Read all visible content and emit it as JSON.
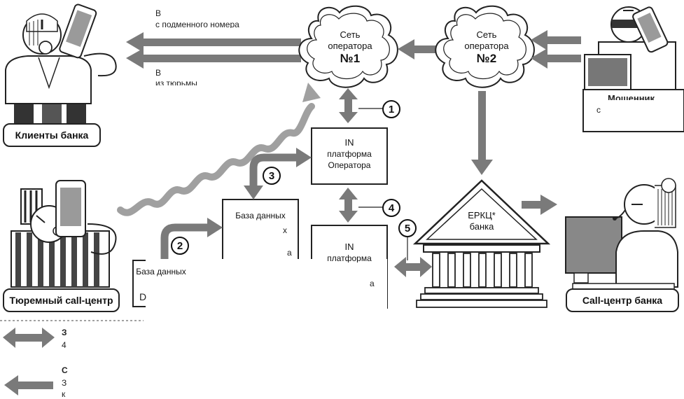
{
  "cloud1": {
    "line1": "Сеть",
    "line2": "оператора",
    "num": "№1"
  },
  "cloud2": {
    "line1": "Сеть",
    "line2": "оператора",
    "num": "№2"
  },
  "in_top": {
    "title": "IN",
    "line2": "платформа",
    "line3": "Оператора"
  },
  "in_bottom": {
    "title": "IN",
    "line2": "платформа",
    "line3": "а"
  },
  "db_a": {
    "line1": "База данных",
    "line2": "х",
    "line3": "а"
  },
  "db_b": {
    "line1": "База данных",
    "line2": "D"
  },
  "bank": {
    "line1": "ЕРКЦ*",
    "line2": "банка"
  },
  "labels": {
    "clients": "Клиенты банка",
    "prison": "Тюремный call-центр",
    "callcenter": "Call-центр банка",
    "fraud": "Мошенник",
    "fraud_sub": "с",
    "top_text_1": "В",
    "top_text_2": "с подменного номера",
    "mid_text_1": "В",
    "mid_text_2": "из тюрьмы"
  },
  "steps": [
    "1",
    "2",
    "3",
    "4",
    "5"
  ],
  "legend": {
    "item1_title": "З",
    "item1_sub": "4",
    "item2_title": "С",
    "item2_sub": "З",
    "item2_sub2": "к"
  },
  "colors": {
    "arrow": "#7a7a7a",
    "wave": "#9a9a9a",
    "line": "#222222"
  }
}
